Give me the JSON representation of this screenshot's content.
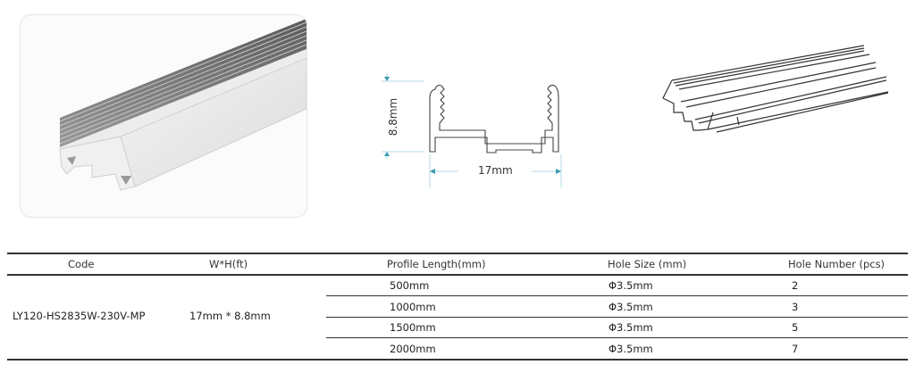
{
  "figures": {
    "photo": {
      "label": "aluminium-profile-photo"
    },
    "cross_section": {
      "height_label": "8.8mm",
      "width_label": "17mm",
      "accent_color": "#3a9bb0"
    },
    "line_drawing": {
      "label": "profile-isometric-drawing"
    }
  },
  "table": {
    "headers": {
      "code": "Code",
      "wh": "W*H(ft)",
      "length": "Profile Length(mm)",
      "hole_size": "Hole Size (mm)",
      "hole_number": "Hole Number (pcs)"
    },
    "code": "LY120-HS2835W-230V-MP",
    "wh": "17mm * 8.8mm",
    "rows": [
      {
        "length": "500mm",
        "hole_size": "Φ3.5mm",
        "hole_number": "2"
      },
      {
        "length": "1000mm",
        "hole_size": "Φ3.5mm",
        "hole_number": "3"
      },
      {
        "length": "1500mm",
        "hole_size": "Φ3.5mm",
        "hole_number": "5"
      },
      {
        "length": "2000mm",
        "hole_size": "Φ3.5mm",
        "hole_number": "7"
      }
    ]
  }
}
